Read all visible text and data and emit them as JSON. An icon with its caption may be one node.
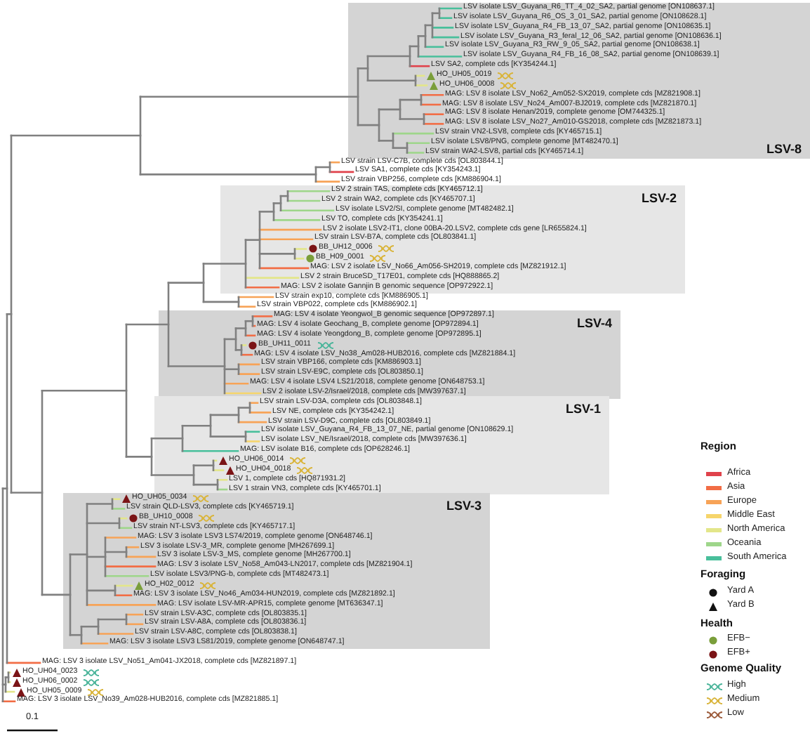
{
  "diagram": {
    "labels": [
      "LSV isolate LSV_Guyana_R6_TT_4_02_SA2, partial genome [ON108637.1]",
      "LSV isolate LSV_Guyana_R6_OS_3_01_SA2, partial genome [ON108628.1]",
      "LSV isolate LSV_Guyana_R4_FB_13_07_SA2, partial genome [ON108635.1]",
      "LSV isolate LSV_Guyana_R3_feral_12_06_SA2, partial genome [ON108636.1]",
      "LSV isolate LSV_Guyana_R3_RW_9_05_SA2, partial genome [ON108638.1]",
      "LSV isolate LSV_Guyana_R4_FB_16_08_SA2, partial genome [ON108639.1]",
      "LSV SA2, complete cds [KY354244.1]",
      "HO_UH05_0019",
      "HO_UH06_0008",
      "MAG: LSV 8 isolate LSV_No62_Am052-SX2019, complete cds [MZ821908.1]",
      "MAG: LSV 8 isolate LSV_No24_Am007-BJ2019, complete cds [MZ821870.1]",
      "MAG: LSV 8 isolate Henan/2019, complete genome [OM744325.1]",
      "MAG: LSV 8 isolate LSV_No27_Am010-GS2018, complete cds [MZ821873.1]",
      "LSV strain VN2-LSV8, complete cds [KY465715.1]",
      "LSV isolate LSV8/PNG, complete genome [MT482470.1]",
      "LSV strain WA2-LSV8, partial cds [KY465714.1]",
      "LSV strain LSV-C7B, complete cds [OL803844.1]",
      "LSV SA1, complete cds [KY354243.1]",
      "LSV strain VBP256, complete cds [KM886904.1]",
      "LSV 2 strain TAS, complete cds [KY465712.1]",
      "LSV 2 strain WA2, complete cds [KY465707.1]",
      "LSV isolate LSV2/SI, complete genome [MT482482.1]",
      "LSV TO, complete cds [KY354241.1]",
      "LSV 2 isolate LSV2-IT1, clone 00BA-20.LSV2, complete cds gene [LR655824.1]",
      "LSV strain LSV-B7A, complete cds [OL803841.1]",
      "BB_UH12_0006",
      "BB_H09_0001",
      "MAG: LSV 2 isolate LSV_No66_Am056-SH2019, complete cds [MZ821912.1]",
      "LSV 2 strain BruceSD_T17E01, complete cds [HQ888865.2]",
      "MAG: LSV 2 isolate Gannjin B genomic sequence [OP972922.1]",
      "LSV strain exp10, complete cds [KM886905.1]",
      "LSV strain VBP022, complete cds [KM886902.1]",
      "MAG: LSV 4 isolate Yeongwol_B genomic sequence [OP972897.1]",
      "MAG: LSV 4 isolate Geochang_B, complete genome [OP972894.1]",
      "MAG: LSV 4 isolate Yeongdong_B, complete genome [OP972895.1]",
      "BB_UH11_0011",
      "MAG: LSV 4 isolate LSV_No38_Am028-HUB2016, complete cds [MZ821884.1]",
      "LSV strain VBP166, complete cds [KM886903.1]",
      "LSV strain LSV-E9C, complete cds [OL803850.1]",
      "MAG: LSV 4 isolate LSV4 LS21/2018, complete genome [ON648753.1]",
      "LSV 2 isolate LSV-2/Israel/2018, complete cds [MW397637.1]",
      "LSV strain LSV-D3A, complete cds [OL803848.1]",
      "LSV NE, complete cds [KY354242.1]",
      "LSV strain LSV-D9C, complete cds [OL803849.1]",
      "LSV isolate LSV_Guyana_R4_FB_13_07_NE, partial genome [ON108629.1]",
      "LSV isolate LSV_NE/Israel/2018, complete cds [MW397636.1]",
      "MAG: LSV isolate B16, complete cds [OP628246.1]",
      "HO_UH06_0014",
      "HO_UH04_0018",
      "LSV 1, complete cds [HQ871931.2]",
      "LSV 1 strain VN3, complete cds [KY465701.1]",
      "HO_UH05_0034",
      "LSV strain QLD-LSV3, complete cds [KY465719.1]",
      "BB_UH10_0008",
      "LSV strain NT-LSV3, complete cds [KY465717.1]",
      "MAG: LSV 3 isolate LSV3 LS74/2019, complete genome [ON648746.1]",
      "LSV 3 isolate LSV-3_MR, complete genome [MH267699.1]",
      "LSV 3 isolate LSV-3_MS, complete genome [MH267700.1]",
      "MAG: LSV 3 isolate LSV_No58_Am043-LN2017, complete cds [MZ821904.1]",
      "LSV isolate LSV3/PNG-b, complete cds [MT482473.1]",
      "HO_H02_0012",
      "MAG: LSV 3 isolate LSV_No46_Am034-HUN2019, complete cds [MZ821892.1]",
      "MAG: LSV isolate LSV-MR-APR15, complete genome [MT636347.1]",
      "LSV strain LSV-A3C, complete cds [OL803835.1]",
      "LSV strain LSV-A8A, complete cds [OL803836.1]",
      "LSV strain LSV-A8C, complete cds [OL803838.1]",
      "MAG: LSV 3 isolate LSV3 LS81/2019, complete genome [ON648747.1]",
      "MAG: LSV 3 isolate LSV_No51_Am041-JX2018, complete cds [MZ821897.1]",
      "HO_UH04_0023",
      "HO_UH06_0002",
      "HO_UH05_0009",
      "MAG: LSV 3 isolate LSV_No39_Am028-HUB2016, complete cds [MZ821885.1]",
      "LSV-8",
      "LSV-2",
      "LSV-4",
      "LSV-1",
      "LSV-3",
      "0.1",
      "Region",
      "Foraging",
      "Health",
      "Genome Quality"
    ],
    "legend": [
      {
        "text": "Africa",
        "color": "#e0424b"
      },
      {
        "text": "Asia",
        "color": "#f26d45"
      },
      {
        "text": "Europe",
        "color": "#f7a357"
      },
      {
        "text": "Middle East",
        "color": "#f6d56b"
      },
      {
        "text": "North America",
        "color": "#e3e68a"
      },
      {
        "text": "Oceania",
        "color": "#9ed68a"
      },
      {
        "text": "South America",
        "color": "#48bf9b"
      },
      {
        "text": "Yard A"
      },
      {
        "text": "Yard B"
      },
      {
        "text": "EFB−",
        "color": "#7a9e3a"
      },
      {
        "text": "EFB+",
        "color": "#7b1416"
      },
      {
        "text": "High"
      },
      {
        "text": "Medium"
      },
      {
        "text": "Low"
      }
    ]
  }
}
